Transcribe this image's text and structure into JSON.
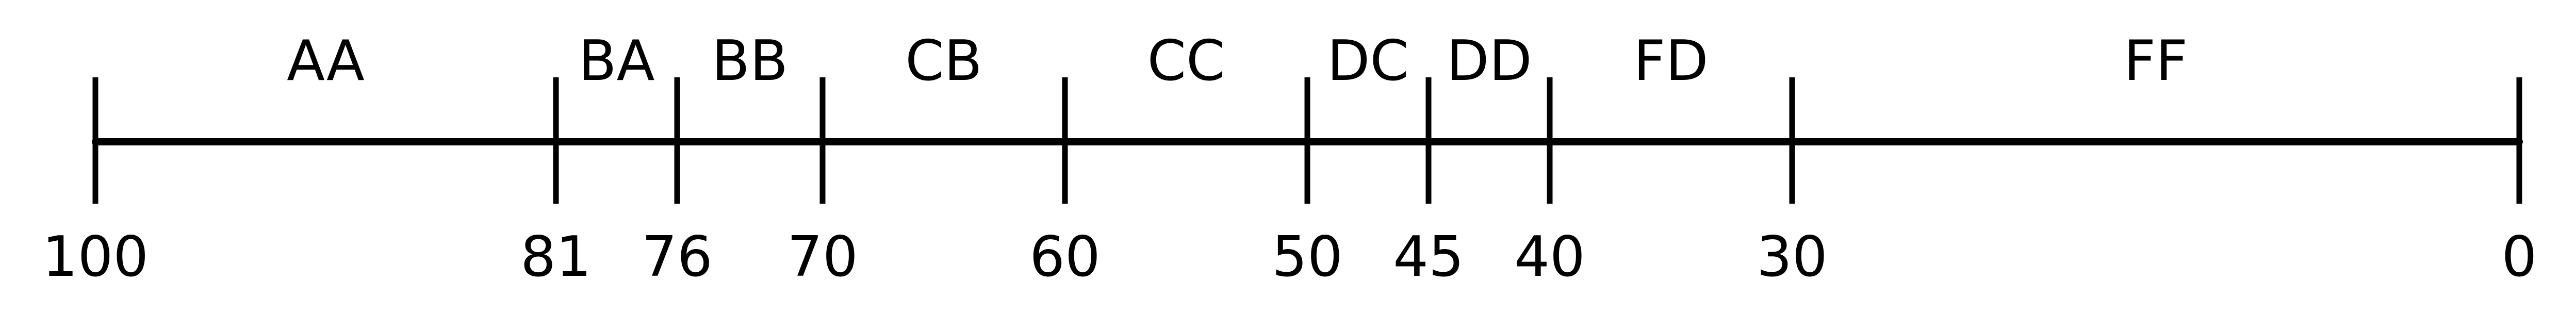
{
  "diagram": {
    "ticks": [
      {
        "value": 100,
        "label": "100"
      },
      {
        "value": 81,
        "label": "81"
      },
      {
        "value": 76,
        "label": "76"
      },
      {
        "value": 70,
        "label": "70"
      },
      {
        "value": 60,
        "label": "60"
      },
      {
        "value": 50,
        "label": "50"
      },
      {
        "value": 45,
        "label": "45"
      },
      {
        "value": 40,
        "label": "40"
      },
      {
        "value": 30,
        "label": "30"
      },
      {
        "value": 0,
        "label": "0"
      }
    ],
    "bands": [
      {
        "label": "AA",
        "from": 100,
        "to": 81
      },
      {
        "label": "BA",
        "from": 81,
        "to": 76
      },
      {
        "label": "BB",
        "from": 76,
        "to": 70
      },
      {
        "label": "CB",
        "from": 70,
        "to": 60
      },
      {
        "label": "CC",
        "from": 60,
        "to": 50
      },
      {
        "label": "DC",
        "from": 50,
        "to": 45
      },
      {
        "label": "DD",
        "from": 45,
        "to": 40
      },
      {
        "label": "FD",
        "from": 40,
        "to": 30
      },
      {
        "label": "FF",
        "from": 30,
        "to": 0
      }
    ],
    "line_color": "#000000"
  }
}
